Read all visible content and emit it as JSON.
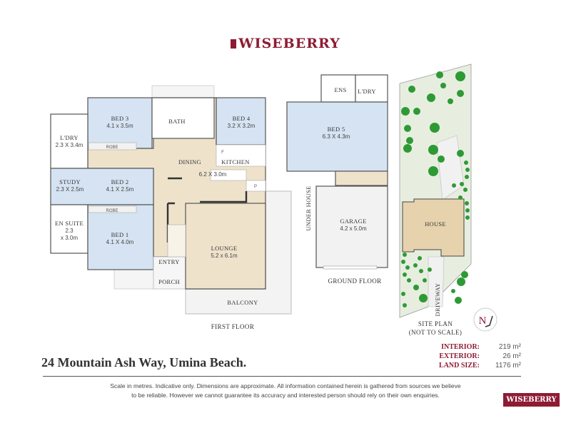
{
  "brand": {
    "name": "WISEBERRY",
    "color": "#8e1b33"
  },
  "first_floor": {
    "label": "FIRST FLOOR",
    "rooms": {
      "bed3": {
        "name": "BED 3",
        "dims": "4.1 x 3.5m"
      },
      "ldry": {
        "name": "L'DRY",
        "dims": "2.3 X 3.4m"
      },
      "bath": {
        "name": "BATH"
      },
      "bed4": {
        "name": "BED 4",
        "dims": "3.2 X 3.2m"
      },
      "robe_top": {
        "name": "ROBE"
      },
      "dining": {
        "name": "DINING"
      },
      "kitchen": {
        "name": "KITCHEN"
      },
      "dining_kitchen_dims": "6.2 X 3.0m",
      "fridge": "F",
      "pantry": "P",
      "study": {
        "name": "STUDY",
        "dims": "2.3 X 2.5m"
      },
      "bed2": {
        "name": "BED 2",
        "dims": "4.1 X 2.5m"
      },
      "robe_bottom": {
        "name": "ROBE"
      },
      "ensuite": {
        "name": "EN SUITE",
        "dims_line1": "2.3",
        "dims_line2": "x 3.0m"
      },
      "bed1": {
        "name": "BED 1",
        "dims": "4.1 X 4.0m"
      },
      "lounge": {
        "name": "LOUNGE",
        "dims": "5.2 x 6.1m"
      },
      "entry": {
        "name": "ENTRY"
      },
      "porch": {
        "name": "PORCH"
      },
      "balcony": {
        "name": "BALCONY"
      }
    }
  },
  "ground_floor": {
    "label": "GROUND FLOOR",
    "rooms": {
      "ens": {
        "name": "ENS"
      },
      "ldry": {
        "name": "L'DRY"
      },
      "bed5": {
        "name": "BED 5",
        "dims": "6.3 X 4.3m"
      },
      "garage": {
        "name": "GARAGE",
        "dims": "4.2 x 5.0m"
      },
      "under_house": {
        "name": "UNDER HOUSE"
      }
    }
  },
  "site_plan": {
    "label_line1": "SITE PLAN",
    "label_line2": "(NOT TO SCALE)",
    "house": "HOUSE",
    "driveway": "DRIVEWAY",
    "compass": "N"
  },
  "property": {
    "address": "24 Mountain Ash Way, Umina Beach.",
    "areas": [
      {
        "label": "INTERIOR:",
        "value": "219 m²"
      },
      {
        "label": "EXTERIOR:",
        "value": "26 m²"
      },
      {
        "label": "LAND SIZE:",
        "value": "1176 m²"
      }
    ]
  },
  "disclaimer": {
    "line1": "Scale in metres. Indicative only. Dimensions are approximate. All information contained herein is gathered from sources we believe",
    "line2": "to be reliable. However we cannot guarantee its accuracy and interested person should rely on their own enquiries."
  },
  "colors": {
    "bedroom": "#d5e3f2",
    "living": "#eee2cb",
    "service": "#ffffff",
    "outdoor": "#f2f2f2",
    "lawn": "#e7eee0",
    "tree": "#2e9a35",
    "wall": "#555555"
  }
}
